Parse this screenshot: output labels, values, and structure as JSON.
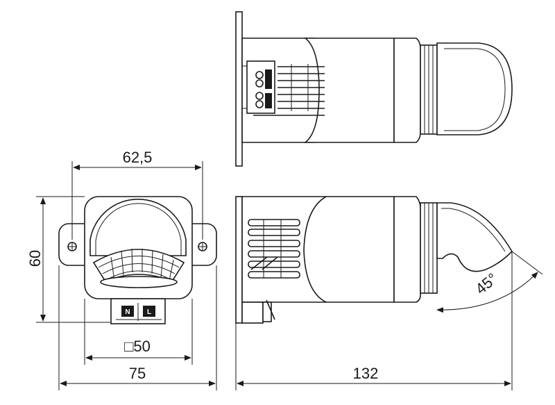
{
  "dimensions": {
    "width_top": "62,5",
    "height_left": "60",
    "square": "□50",
    "width_bottom": "75",
    "length": "132",
    "angle": "45°"
  },
  "terminals": {
    "neutral": "N",
    "live": "L"
  }
}
